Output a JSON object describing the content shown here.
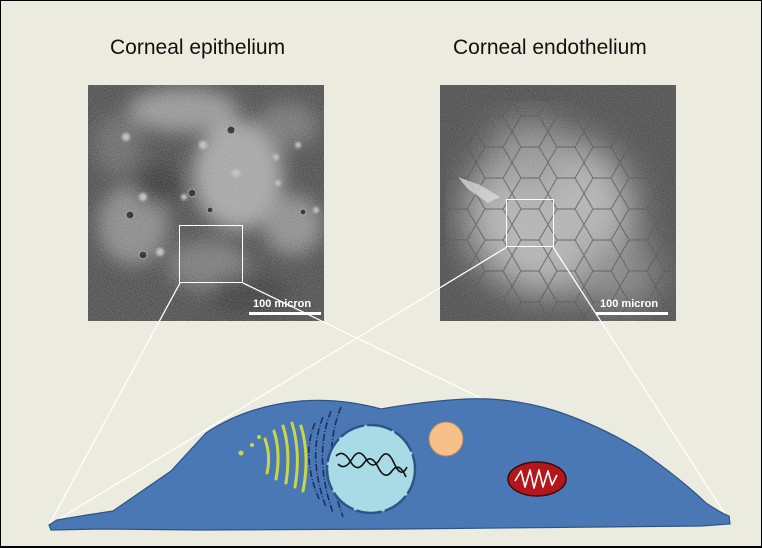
{
  "panels": {
    "left": {
      "title": "Corneal epithelium",
      "scale_label": "100 micron"
    },
    "right": {
      "title": "Corneal endothelium",
      "scale_label": "100 micron"
    }
  },
  "colors": {
    "background": "#ecebdf",
    "cell_body": "#4a78b4",
    "nucleus": "#a9dbe6",
    "vesicle": "#f8c089",
    "mitochondrion": "#b3161b",
    "golgi": "#c9d54a",
    "er": "#1d2e66"
  }
}
